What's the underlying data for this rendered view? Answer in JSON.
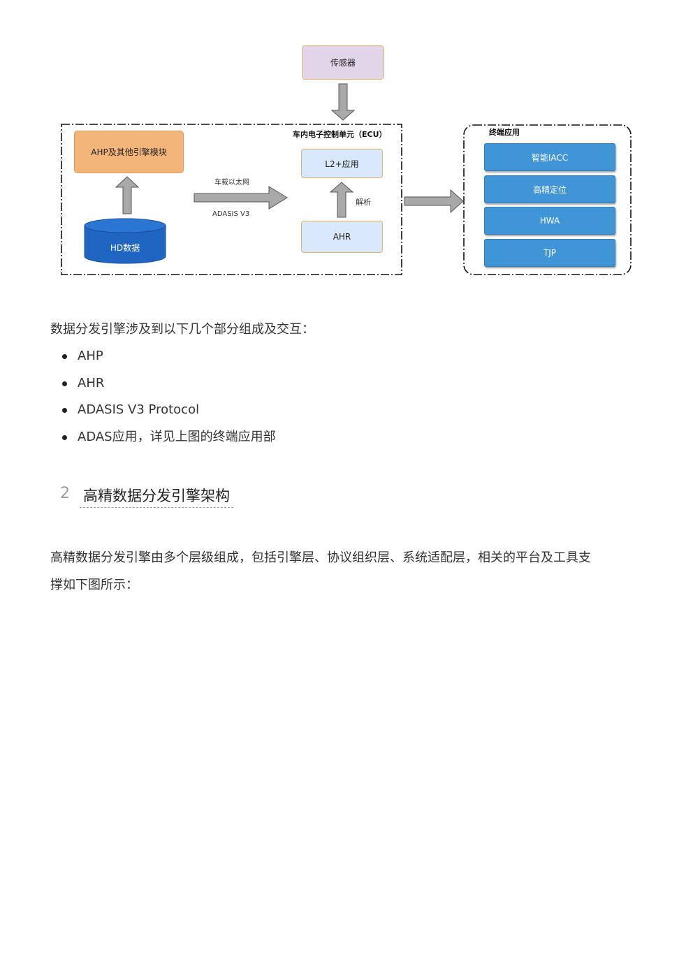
{
  "diagram": {
    "sensor_label": "传感器",
    "ecu_title": "车内电子控制单元（ECU）",
    "ahp_label": "AHP及其他引擎模块",
    "hd_label": "HD数据",
    "arrow_top_label": "车载以太网",
    "arrow_bottom_label": "ADASIS V3",
    "l2_label": "L2+应用",
    "ahr_label": "AHR",
    "parse_label": "解析",
    "terminal_title": "终端应用",
    "terminal_items": [
      "智能IACC",
      "高精定位",
      "HWA",
      "TJP"
    ],
    "colors": {
      "sensor_fill": "#e1d5e7",
      "ahp_fill": "#f4b57a",
      "app_fill": "#dae8fc",
      "hd_fill": "#1f66c2",
      "terminal_fill": "#3f95d6",
      "arrow_fill": "#a9a9a9"
    }
  },
  "intro_text": "数据分发引擎涉及到以下几个部分组成及交互：",
  "list_items": [
    "AHP",
    "AHR",
    "ADASIS V3 Protocol",
    "ADAS应用，详见上图的终端应用部"
  ],
  "section": {
    "number": "2",
    "title": "高精数据分发引擎架构"
  },
  "body_text": {
    "line1": "高精数据分发引擎由多个层级组成，包括引擎层、协议组织层、系统适配层，相关的平台及工具支",
    "line2": "撑如下图所示："
  }
}
